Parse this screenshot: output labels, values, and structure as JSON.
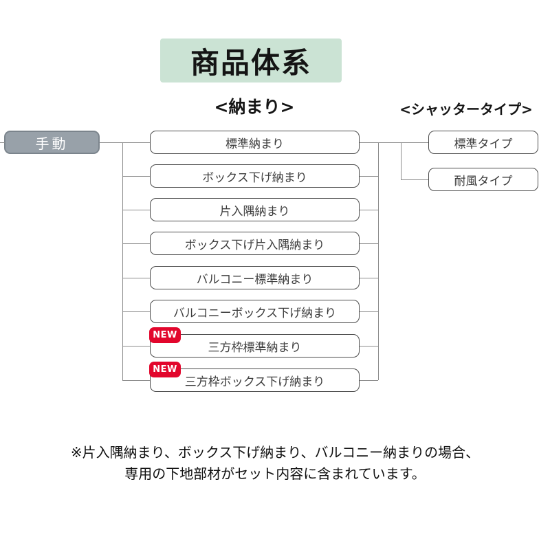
{
  "title": "商品体系",
  "headers": {
    "nakamari": "<納まり>",
    "shutter_type": "<シャッタータイプ>"
  },
  "root": {
    "label": "手動"
  },
  "nakamari": {
    "new_badge_label": "NEW",
    "items": [
      {
        "label": "標準納まり",
        "new": false
      },
      {
        "label": "ボックス下げ納まり",
        "new": false
      },
      {
        "label": "片入隅納まり",
        "new": false
      },
      {
        "label": "ボックス下げ片入隅納まり",
        "new": false
      },
      {
        "label": "バルコニー標準納まり",
        "new": false
      },
      {
        "label": "バルコニーボックス下げ納まり",
        "new": false
      },
      {
        "label": "三方枠標準納まり",
        "new": true
      },
      {
        "label": "三方枠ボックス下げ納まり",
        "new": true
      }
    ]
  },
  "shutter": {
    "items": [
      {
        "label": "標準タイプ"
      },
      {
        "label": "耐風タイプ"
      }
    ]
  },
  "note": {
    "line1": "※片入隅納まり、ボックス下げ納まり、バルコニー納まりの場合、",
    "line2": "専用の下地部材がセット内容に含まれています。"
  },
  "colors": {
    "title_bg": "#cbe3d4",
    "root_node_bg": "#98a1a9",
    "new_badge_bg": "#e2062c",
    "connector_line": "#8a8a8a",
    "node_border": "#4b4b4b"
  }
}
